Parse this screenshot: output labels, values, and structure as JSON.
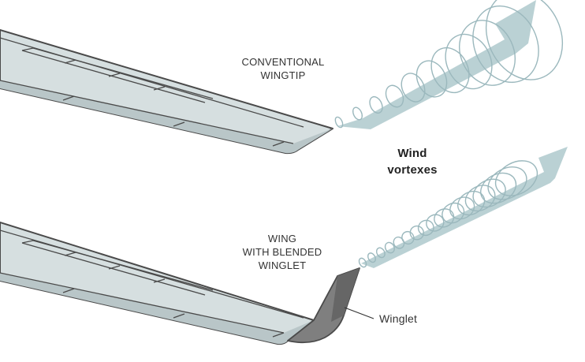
{
  "labels": {
    "conventional": [
      "CONVENTIONAL",
      "WINGTIP"
    ],
    "blended": [
      "WING",
      "WITH BLENDED",
      "WINGLET"
    ],
    "wind_vortexes": [
      "Wind",
      "vortexes"
    ],
    "winglet": "Winglet"
  },
  "colors": {
    "wing_fill": "#d6dfe0",
    "wing_stroke": "#4a4a4a",
    "vortex_stroke": "#9bb8bd",
    "arrow_fill": "#b3cccf",
    "winglet_fill": "#7f7f7f"
  }
}
